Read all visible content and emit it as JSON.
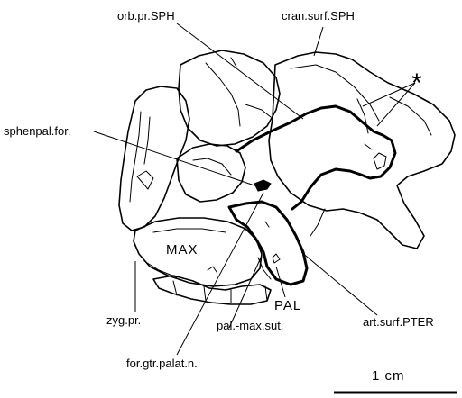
{
  "labels": {
    "orb_pr_sph": "orb.pr.SPH",
    "cran_surf_sph": "cran.surf.SPH",
    "asterisk": "*",
    "sphenpal_for": "sphenpal.for.",
    "max": "MAX",
    "zyg_pr": "zyg.pr.",
    "pal": "PAL",
    "pal_max_sut": "pal.-max.sut.",
    "art_surf_pter": "art.surf.PTER",
    "for_gtr_palat_n": "for.gtr.palat.n.",
    "scale": "1 cm"
  }
}
